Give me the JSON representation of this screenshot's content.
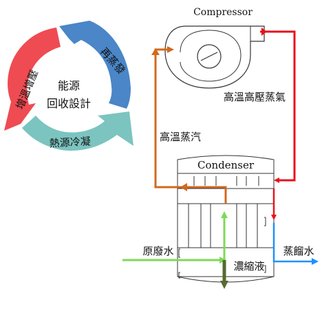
{
  "cycle": {
    "center_line1": "能源",
    "center_line2": "回收設計",
    "arc_top_right_label": "再蒸發",
    "arc_bottom_label": "熱源冷凝",
    "arc_left_label": "增溫增壓",
    "colors": {
      "top_right_arc": "#4a86c8",
      "bottom_arc": "#7cc4c0",
      "left_arc": "#ef4b52"
    }
  },
  "process": {
    "compressor_label": "Compressor",
    "condenser_label": "Condenser",
    "high_temp_high_pressure_steam": "高溫高壓蒸氣",
    "high_temp_steam": "高溫蒸汽",
    "raw_wastewater": "原廢水",
    "distilled_water": "蒸餾水",
    "concentrate": "濃縮液",
    "colors": {
      "hot_vapor_line": "#e8121b",
      "steam_line": "#d2691e",
      "feed_line": "#7ed957",
      "distilled_line": "#1e90ff",
      "concentrate_line": "#556b2f"
    }
  }
}
